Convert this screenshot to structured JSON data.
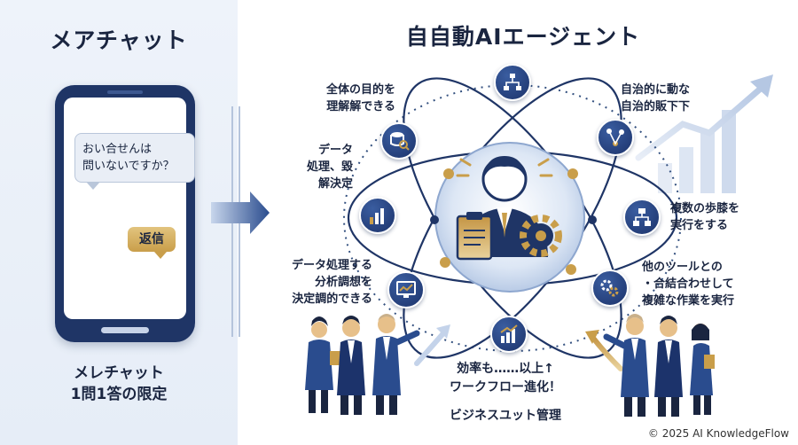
{
  "left": {
    "title": "メアチャット",
    "question": "おい合せんは\n問いないですか？",
    "answer": "返信",
    "caption": "メレチャット\n1問1答の限定"
  },
  "right": {
    "title": "自自動AIエージェント",
    "nodes": {
      "top_left": "全体の目的を\n理解解できる",
      "mid_left_upper": "データ\n処理、毀\n解決定",
      "bottom_left": "データ処理する\n分析調想を\n決定調的できる",
      "top_right": "自治的に動な\n自治的販下下",
      "mid_right": "複数の歩膝を\n実行をする",
      "bottom_right": "他のツールとの\n・合結合わせして\n複雑な作業を実行"
    },
    "center_caption": "効率も……以上↑\nワークフロー進化！",
    "bottom_caption": "ビジネスユット管理"
  },
  "icons": [
    "hierarchy-icon",
    "flow-nodes-icon",
    "org-chart-icon",
    "gears-icon",
    "bar-chart-icon",
    "monitor-chart-icon",
    "bar-chart-icon",
    "database-search-icon",
    "agent-avatar-icon",
    "clipboard-icon",
    "gear-icon"
  ],
  "colors": {
    "navy": "#1c336b",
    "gold": "#c99e4a",
    "light_bg": "#eef3fa"
  },
  "footer": "© 2025 AI KnowledgeFlow"
}
